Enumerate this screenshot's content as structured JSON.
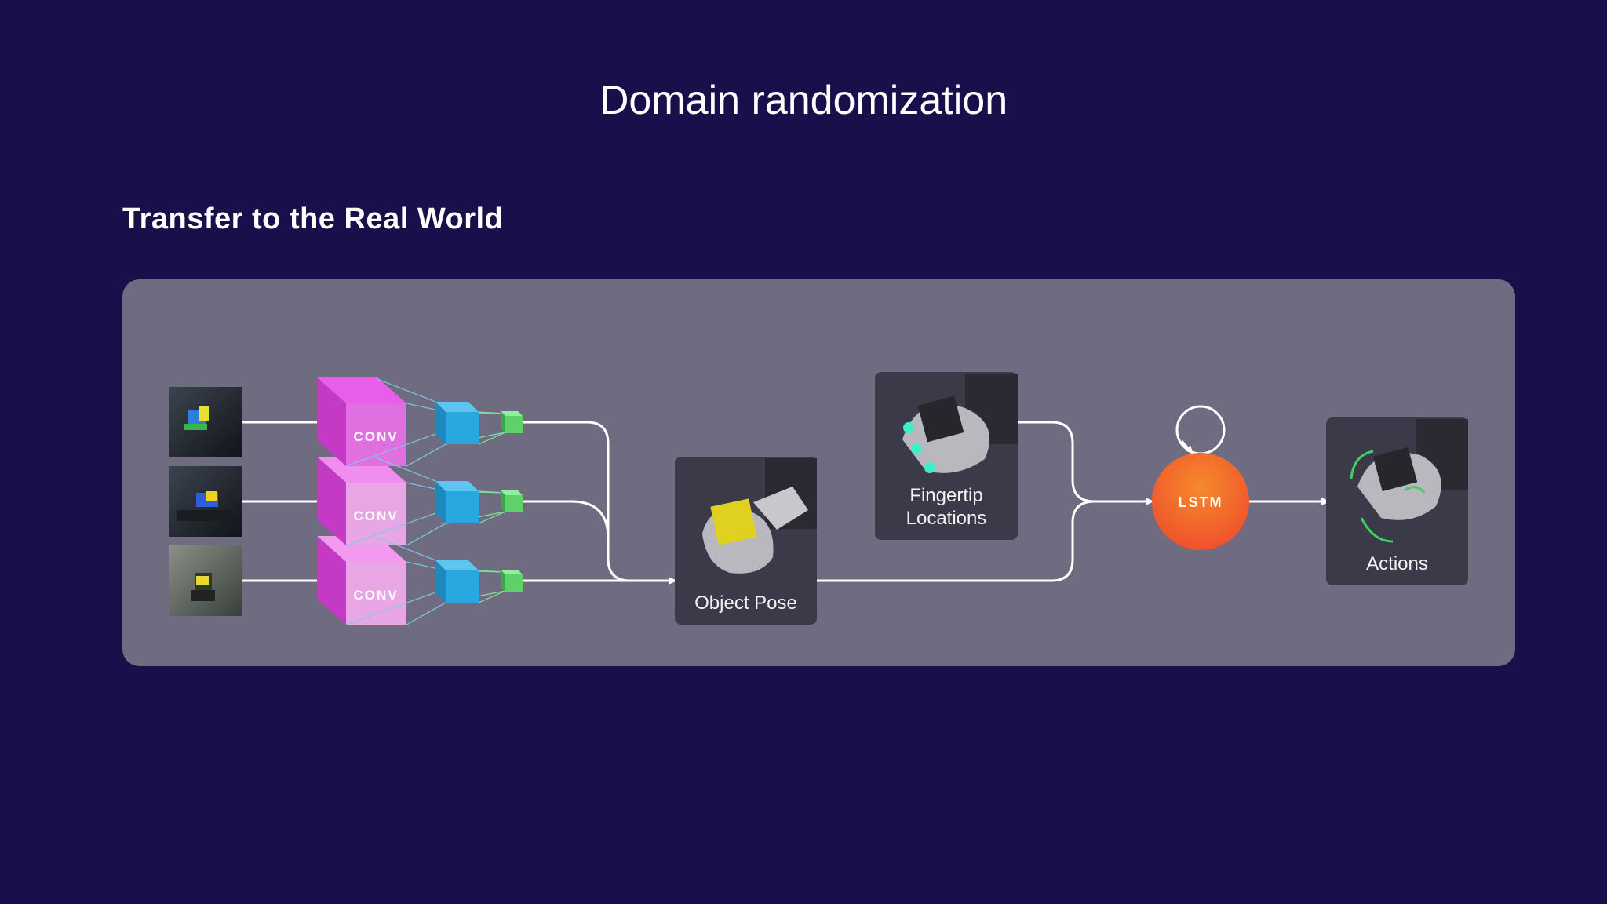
{
  "slide": {
    "title": "Domain randomization",
    "section_title": "Transfer to the Real World"
  },
  "diagram": {
    "conv_label": "CONV",
    "nodes": {
      "object_pose": "Object Pose",
      "fingertip": "Fingertip Locations",
      "fingertip_line1": "Fingertip",
      "fingertip_line2": "Locations",
      "lstm": "LSTM",
      "actions": "Actions"
    },
    "colors": {
      "background": "#1a0f4b",
      "panel": "#6f6b80",
      "conv": "#e070e0",
      "blue_block": "#29a8e0",
      "green_block": "#5fd06a",
      "lstm": "#f26a2a",
      "node_box": "#3a3a48"
    }
  }
}
